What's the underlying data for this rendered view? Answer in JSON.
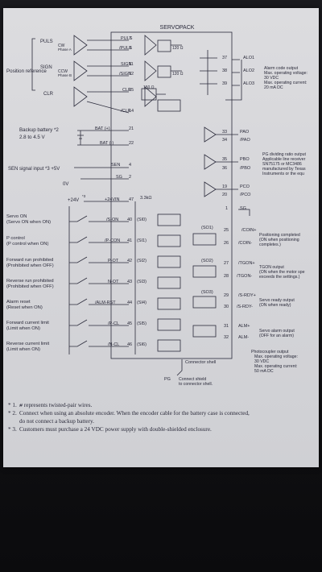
{
  "header": {
    "title": "SERVOPACK"
  },
  "left_inputs": {
    "position_reference_label": "Position reference",
    "puls": {
      "name": "PULS",
      "cw": "CW",
      "phase": "Phase A"
    },
    "sign": {
      "name": "SIGN",
      "ccw": "CCW",
      "phase": "Phase B"
    },
    "clr": "CLR",
    "backup_battery_label": "Backup battery *2",
    "backup_battery_range": "2.8 to 4.5 V",
    "sen_signal_label": "SEN signal input *3 +5V",
    "zero_v": "0V",
    "plus24v": "+24V",
    "plus24v_sup": "*3",
    "resistor": "3.3kΩ"
  },
  "terminals": [
    {
      "label": "PULS",
      "pin": "7"
    },
    {
      "label": "/PULS",
      "pin": "8"
    },
    {
      "label": "SIGN",
      "pin": "11"
    },
    {
      "label": "/SIGN",
      "pin": "12"
    },
    {
      "label": "CLR",
      "pin": "15"
    },
    {
      "label": "/CLR",
      "pin": "14"
    },
    {
      "label": "BAT (+)",
      "pin": "21"
    },
    {
      "label": "BAT (-)",
      "pin": "22"
    },
    {
      "label": "SEN",
      "pin": "4"
    },
    {
      "label": "SG",
      "pin": "2"
    },
    {
      "label": "+24VIN",
      "pin": "47"
    }
  ],
  "resistors": [
    "120 Ω",
    "120 Ω",
    "150 Ω"
  ],
  "sequence_inputs": [
    {
      "desc1": "Servo ON",
      "desc2": "(Servo ON when ON)",
      "label": "/S-ON",
      "pin": "40",
      "sig": "(SI0)"
    },
    {
      "desc1": "P control",
      "desc2": "(P control when ON)",
      "label": "/P-CON",
      "pin": "41",
      "sig": "(SI1)"
    },
    {
      "desc1": "Forward run prohibited",
      "desc2": "(Prohibited when OFF)",
      "label": "P-OT",
      "pin": "42",
      "sig": "(SI2)"
    },
    {
      "desc1": "Reverse run prohibited",
      "desc2": "(Prohibited when OFF)",
      "label": "N-OT",
      "pin": "43",
      "sig": "(SI3)"
    },
    {
      "desc1": "Alarm reset",
      "desc2": "(Reset when ON)",
      "label": "/ALM-RST",
      "pin": "44",
      "sig": "(SI4)"
    },
    {
      "desc1": "Forward current limit",
      "desc2": "(Limit when ON)",
      "label": "/P-CL",
      "pin": "45",
      "sig": "(SI5)"
    },
    {
      "desc1": "Reverse current limit",
      "desc2": "(Limit when ON)",
      "label": "/N-CL",
      "pin": "46",
      "sig": "(SI6)"
    }
  ],
  "alarm_outputs": [
    {
      "pin": "37",
      "label": "ALO1"
    },
    {
      "pin": "38",
      "label": "ALO2"
    },
    {
      "pin": "39",
      "label": "ALO3"
    }
  ],
  "alarm_desc": [
    "Alarm code output",
    "Max. operating voltage:",
    "30 VDC",
    "Max. operating current:",
    "20 mA DC"
  ],
  "pg_outputs": [
    {
      "pin": "33",
      "label": "PAO"
    },
    {
      "pin": "34",
      "label": "/PAO"
    },
    {
      "pin": "35",
      "label": "PBO"
    },
    {
      "pin": "36",
      "label": "/PBO"
    },
    {
      "pin": "19",
      "label": "PCO"
    },
    {
      "pin": "20",
      "label": "/PCO"
    },
    {
      "pin": "1",
      "label": "SG"
    }
  ],
  "pg_desc": [
    "PG dividing ratio output",
    "Applicable line receiver",
    "SN75175 or MC3486",
    "manufactured by Texas",
    "Instruments or the equ"
  ],
  "sequence_outputs": [
    {
      "sig": "(SO1)",
      "pin_a": "25",
      "label_a": "/COIN+",
      "pin_b": "26",
      "label_b": "/COIN-",
      "desc": [
        "Positioning completed",
        "(ON when positioning",
        "completes.)"
      ]
    },
    {
      "sig": "(SO2)",
      "pin_a": "27",
      "label_a": "/TGON+",
      "pin_b": "28",
      "label_b": "/TGON-",
      "desc": [
        "TGON output",
        "(ON when the motor spe",
        "exceeds the settings.)"
      ]
    },
    {
      "sig": "(SO3)",
      "pin_a": "29",
      "label_a": "/S-RDY+",
      "pin_b": "30",
      "label_b": "/S-RDY-",
      "desc": [
        "Servo ready output",
        "(ON when ready)"
      ]
    },
    {
      "sig": "",
      "pin_a": "31",
      "label_a": "ALM+",
      "pin_b": "32",
      "label_b": "ALM-",
      "desc": [
        "Servo alarm output",
        "(OFF for an alarm)"
      ]
    }
  ],
  "photocoupler_desc": [
    "Photocoupler output",
    "Max. operating voltage:",
    "30 VDC",
    "Max. operating current:",
    "50 mA DC"
  ],
  "connector": {
    "shell": "Connector shell",
    "pg": "PG",
    "note1": "Connect shield",
    "note2": "to connector shell."
  },
  "notes": [
    {
      "num": "* 1.",
      "text": "represents twisted-pair wires."
    },
    {
      "num": "* 2.",
      "text": "Connect when using an absolute encoder. When the encoder cable for the battery case is connected,"
    },
    {
      "num": "",
      "text": "do not connect a backup battery."
    },
    {
      "num": "* 3.",
      "text": "Customers must purchase a 24 VDC power supply with double-shielded enclosure."
    }
  ]
}
